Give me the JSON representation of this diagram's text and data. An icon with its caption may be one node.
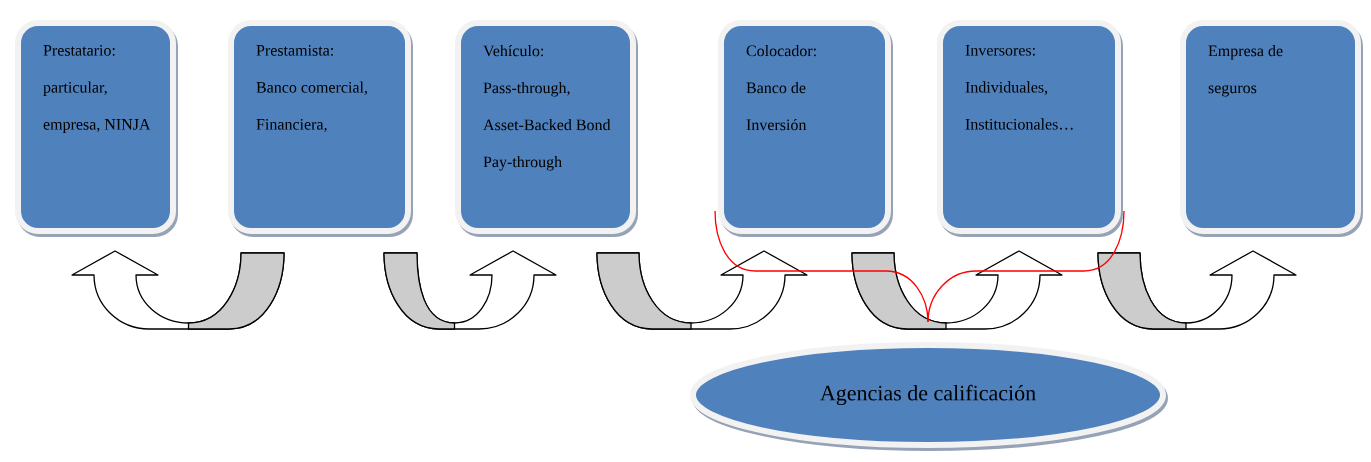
{
  "diagram": {
    "nodes": [
      {
        "text": [
          "Prestatario: particular, empresa, NINJA"
        ]
      },
      {
        "text": [
          "Prestamista: Banco comercial, Financiera,"
        ]
      },
      {
        "text": [
          "Vehículo: Pass-through, Asset-Backed Bond Pay-through"
        ]
      },
      {
        "text": [
          "Colocador: Banco de Inversión"
        ]
      },
      {
        "text": [
          "Inversores: Individuales, Institucionales…"
        ]
      },
      {
        "text": [
          "Empresa de seguros"
        ]
      },
      {
        "text": [
          "Agencias de calificación"
        ]
      }
    ],
    "edges": [
      {
        "from": 1,
        "to": 0,
        "arrow": "to"
      },
      {
        "from": 1,
        "to": 2,
        "arrow": "to"
      },
      {
        "from": 2,
        "to": 3,
        "arrow": "to"
      },
      {
        "from": 3,
        "to": 4,
        "arrow": "to"
      },
      {
        "from": 4,
        "to": 5,
        "arrow": "to"
      },
      {
        "from": 6,
        "to": 3,
        "arrow": "none",
        "color": "#ff0000"
      },
      {
        "from": 6,
        "to": 4,
        "arrow": "none",
        "color": "#ff0000"
      }
    ]
  }
}
